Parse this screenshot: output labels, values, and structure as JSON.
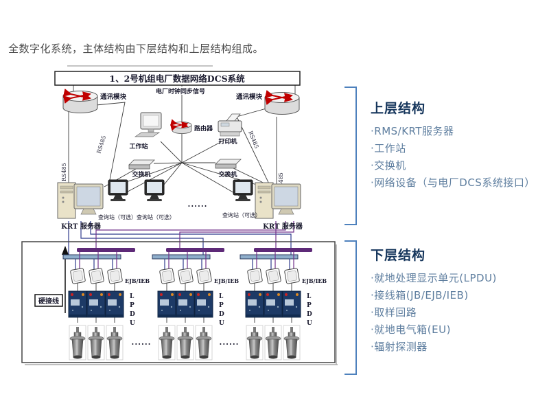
{
  "intro": {
    "text": "全数字化系统，主体结构由下层结构和上层结构组成。"
  },
  "diagram": {
    "dcs_box": "1、2号机组电厂数据网络DCS系统",
    "clock_signal": "电厂时钟同步信号",
    "comm_module": "通讯模块",
    "workstation": "工作站",
    "router": "路由器",
    "printer": "打印机",
    "switch": "交换机",
    "rs485": "RS485",
    "krt_server": "KRT 服务器",
    "query_pair": "查询站（可选）查询站（可选）",
    "query_single": "查询站（可选）",
    "ellipsis": "......",
    "hard_wiring": "硬接线",
    "ejb": "EJB/IEB",
    "lpdu": [
      "L",
      "P",
      "D",
      "U"
    ]
  },
  "panels": {
    "upper": {
      "title": "上层结构",
      "items": [
        "·RMS/KRT服务器",
        "·工作站",
        "·交换机",
        "·网络设备（与电厂DCS系统接口）"
      ]
    },
    "lower": {
      "title": "下层结构",
      "items": [
        "·就地处理显示单元(LPDU)",
        "·接线箱(JB/EJB/IEB)",
        "·取样回路",
        "·就地电气箱(EU)",
        "·辐射探测器"
      ]
    }
  },
  "colors": {
    "bracket_blue": "#4E81BD",
    "header_navy": "#16365C",
    "item_blue": "#5E7E9F",
    "bus_purple": "#5E2A78",
    "bus_blue": "#8FAECB",
    "lpdu_navy": "#1D3A66",
    "arrow_red": "#C00000"
  }
}
